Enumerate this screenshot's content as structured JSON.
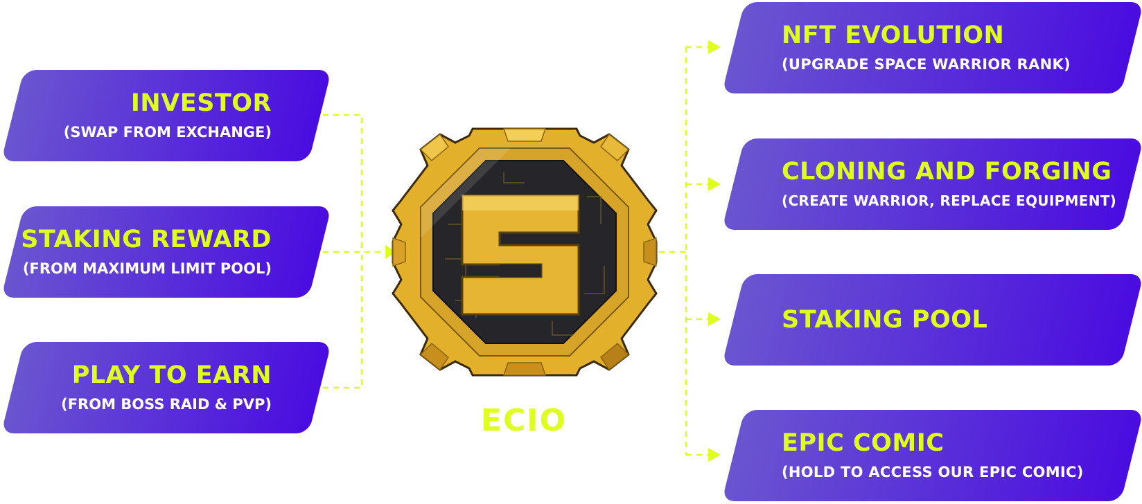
{
  "colors": {
    "card_gradient_start": "#6a55d0",
    "card_gradient_end": "#4a0ce0",
    "accent": "#deff1f",
    "coin_gold": "#e3b02c",
    "coin_dark": "#26262a"
  },
  "sources": [
    {
      "title": "INVESTOR",
      "subtitle": "(SWAP FROM EXCHANGE)"
    },
    {
      "title": "STAKING REWARD",
      "subtitle": "(FROM MAXIMUM LIMIT POOL)"
    },
    {
      "title": "PLAY TO EARN",
      "subtitle": "(FROM BOSS RAID & PVP)"
    }
  ],
  "center": {
    "label": "ECIO",
    "icon": "ecio-coin-icon"
  },
  "uses": [
    {
      "title": "NFT EVOLUTION",
      "subtitle": "(UPGRADE SPACE WARRIOR RANK)"
    },
    {
      "title": "CLONING AND FORGING",
      "subtitle": "(CREATE WARRIOR, REPLACE EQUIPMENT)"
    },
    {
      "title": "STAKING POOL",
      "subtitle": ""
    },
    {
      "title": "EPIC COMIC",
      "subtitle": "(HOLD TO ACCESS OUR EPIC COMIC)"
    }
  ]
}
